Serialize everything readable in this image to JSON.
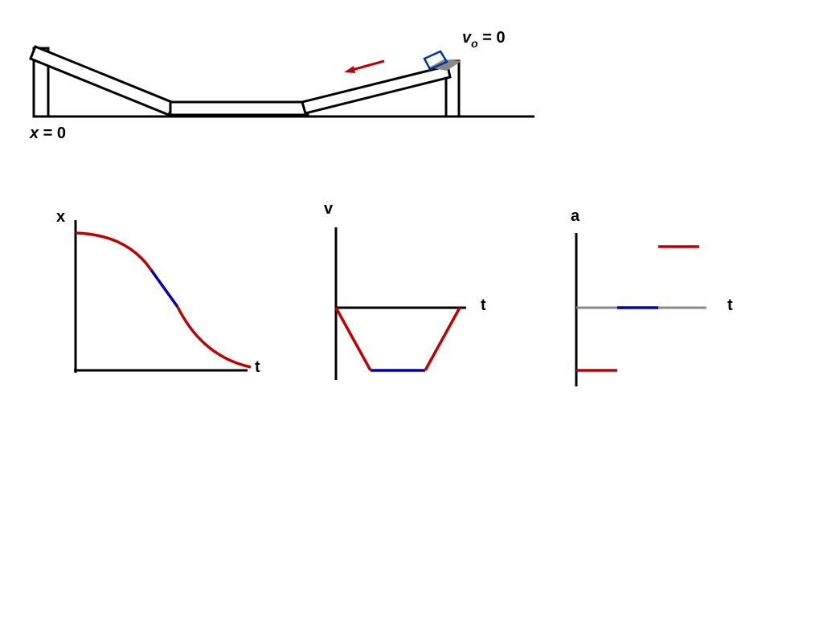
{
  "colors": {
    "track": "#000000",
    "accelerating": "#c00000",
    "constant_velocity": "#0000b4",
    "zero_acceleration": "#888888",
    "cart_outline": "#0033a0",
    "cart_shadow": "#888888"
  },
  "track_scene": {
    "start_condition": {
      "var": "v",
      "sub": "o",
      "rest": " = 0"
    },
    "origin_label": {
      "var": "x",
      "rest": " = 0"
    },
    "motion_arrow": "arrow-left-icon"
  },
  "graphs": [
    {
      "name": "position-time",
      "y_label": "x",
      "x_label": "t"
    },
    {
      "name": "velocity-time",
      "y_label": "v",
      "x_label": "t"
    },
    {
      "name": "acceleration-time",
      "y_label": "a",
      "x_label": "t"
    }
  ]
}
